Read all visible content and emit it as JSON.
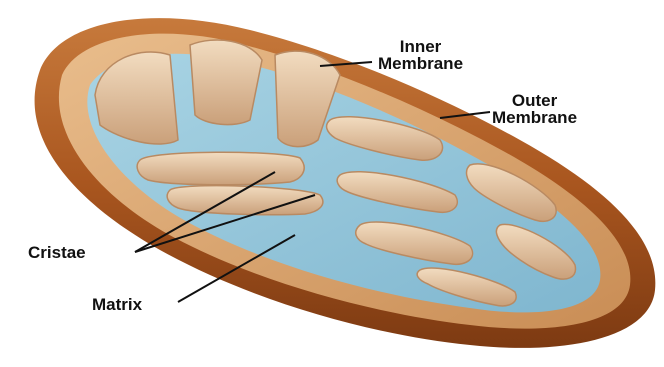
{
  "labels": {
    "inner_membrane": [
      "Inner",
      "Membrane"
    ],
    "outer_membrane": [
      "Outer",
      "Membrane"
    ],
    "cristae": "Cristae",
    "matrix": "Matrix"
  },
  "colors": {
    "outer_membrane": "#b8652a",
    "outer_membrane_inner_surface": "#d9a56f",
    "inner_membrane": "#e8c9a3",
    "matrix": "#8ec3d8",
    "leader_line": "#111111"
  }
}
